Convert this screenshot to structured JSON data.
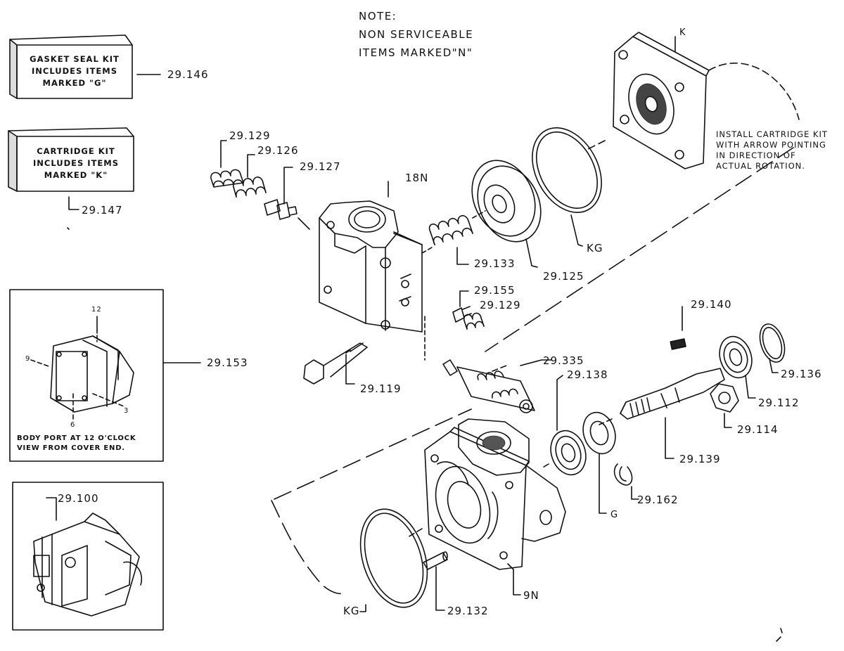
{
  "note": {
    "line1": "NOTE:",
    "line2": "NON SERVICEABLE",
    "line3": "ITEMS MARKED\"N\""
  },
  "gasket_kit": {
    "line1": "GASKET SEAL KIT",
    "line2": "INCLUDES ITEMS",
    "line3": "MARKED \"G\"",
    "part": "29.146"
  },
  "cartridge_kit": {
    "line1": "CARTRIDGE KIT",
    "line2": "INCLUDES ITEMS",
    "line3": "MARKED \"K\"",
    "part": "29.147"
  },
  "install_note": {
    "line1": "INSTALL CARTRIDGE KIT",
    "line2": "WITH ARROW POINTING",
    "line3": "IN DIRECTION OF",
    "line4": "ACTUAL ROTATION."
  },
  "port_view": {
    "clock_12": "12",
    "clock_9": "9",
    "clock_3": "3",
    "clock_6": "6",
    "caption1": "BODY PORT AT 12 O'CLOCK",
    "caption2": "VIEW FROM COVER END.",
    "part": "29.153"
  },
  "assembly": {
    "part": "29.100"
  },
  "parts": {
    "p129a": "29.129",
    "p126": "29.126",
    "p127": "29.127",
    "p18n": "18N",
    "p133": "29.133",
    "p125": "29.125",
    "kg_top": "KG",
    "k": "K",
    "p155": "29.155",
    "p129b": "29.129",
    "p140": "29.140",
    "p119": "29.119",
    "p335": "29.335",
    "p138": "29.138",
    "p136": "29.136",
    "p112": "29.112",
    "p114": "29.114",
    "p139": "29.139",
    "p162": "29.162",
    "g": "G",
    "p132": "29.132",
    "kg_bottom": "KG",
    "p9n": "9N"
  }
}
